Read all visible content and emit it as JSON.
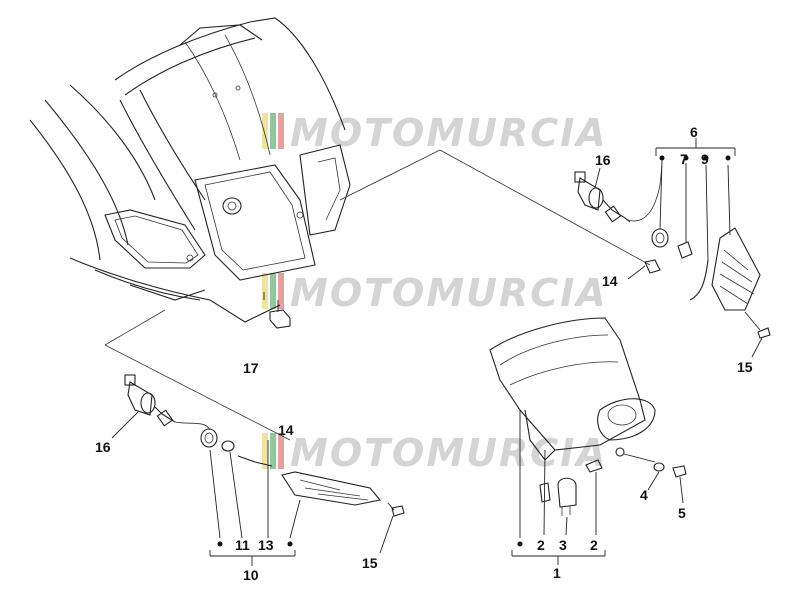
{
  "watermark": {
    "text": "MOTOMURCIA"
  },
  "callouts": {
    "c1": "1",
    "c2a": "2",
    "c2b": "2",
    "c3": "3",
    "c4": "4",
    "c5": "5",
    "c6": "6",
    "c7": "7",
    "c9": "9",
    "c10": "10",
    "c11": "11",
    "c13": "13",
    "c14a": "14",
    "c14b": "14",
    "c15a": "15",
    "c15b": "15",
    "c16a": "16",
    "c16b": "16",
    "c17": "17"
  },
  "colors": {
    "line": "#222222",
    "watermark": "#d4d4d4",
    "flag_green": "#8fc89a",
    "flag_red": "#e7a0a0",
    "flag_yellow": "#efe3a0"
  }
}
